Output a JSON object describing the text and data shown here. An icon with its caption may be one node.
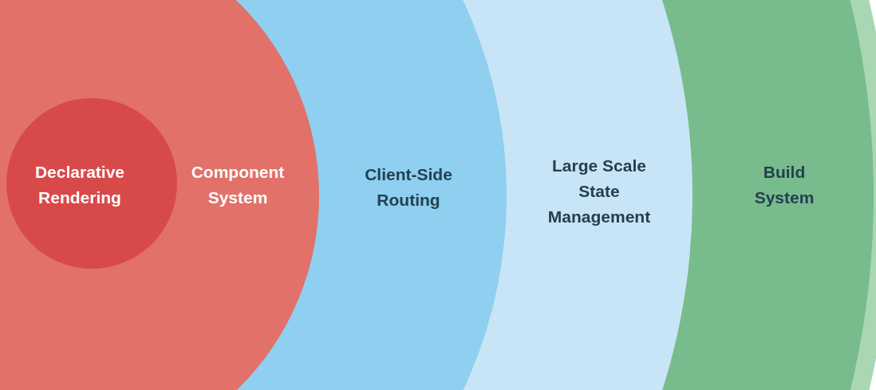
{
  "diagram": {
    "nodes": [
      {
        "text": [],
        "shape": "circle"
      },
      {
        "text": [
          "Build System"
        ],
        "in": 0
      },
      {
        "text": [
          "Large Scale State Management"
        ],
        "in": 1
      },
      {
        "text": [
          "Client-Side Routing"
        ],
        "in": 2
      },
      {
        "text": [
          "Component System"
        ],
        "in": 3
      },
      {
        "text": [
          "Declarative Rendering"
        ],
        "in": 4
      }
    ]
  }
}
